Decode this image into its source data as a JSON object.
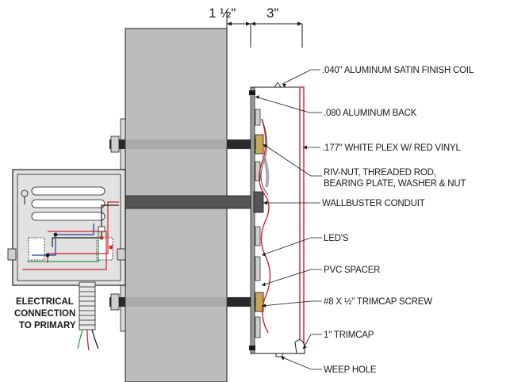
{
  "dimensions": {
    "wall_gap": "1 ½\"",
    "sign_depth": "3\""
  },
  "callouts": [
    {
      "id": "coil",
      "text": ".040\" ALUMINUM SATIN FINISH COIL"
    },
    {
      "id": "back",
      "text": ".080 ALUMINUM BACK"
    },
    {
      "id": "plex",
      "text": ".177\" WHITE PLEX W/ RED VINYL"
    },
    {
      "id": "rivnut1",
      "text": "RIV-NUT, THREADED ROD,"
    },
    {
      "id": "rivnut2",
      "text": "BEARING PLATE, WASHER & NUT"
    },
    {
      "id": "conduit",
      "text": "WALLBUSTER CONDUIT"
    },
    {
      "id": "leds",
      "text": "LED'S"
    },
    {
      "id": "spacer",
      "text": "PVC SPACER"
    },
    {
      "id": "screw",
      "text": "#8 X ½\" TRIMCAP SCREW"
    },
    {
      "id": "trimcap",
      "text": "1\" TRIMCAP"
    },
    {
      "id": "weep",
      "text": "WEEP HOLE"
    }
  ],
  "electrical": {
    "line1": "ELECTRICAL",
    "line2": "CONNECTION",
    "line3": "TO PRIMARY"
  },
  "colors": {
    "wall": "#bcbcbc",
    "box": "#e2e2e2",
    "rod": "#2a2a2a",
    "red_wire": "#d6202a",
    "blue_wire": "#1f3c9a",
    "green_wire": "#2c9a3a",
    "brass": "#caa556"
  }
}
